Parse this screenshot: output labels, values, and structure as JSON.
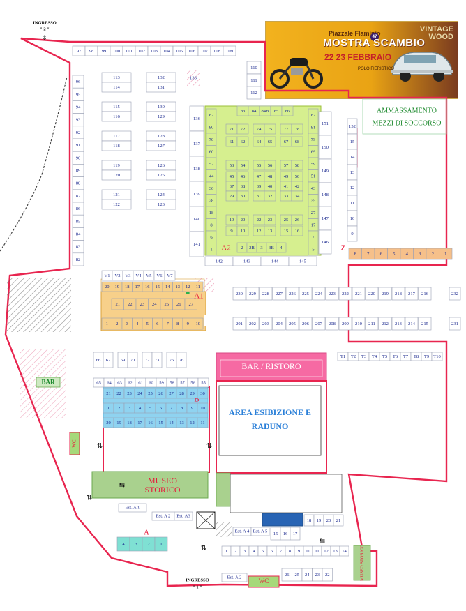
{
  "labels": {
    "entrance2": "INGRESSO",
    "entrance2_num": "\" 2 \"",
    "entrance1": "INGRESSO",
    "entrance1_num": "\" 1 \"",
    "ammassamento1": "AMMASSAMENTO",
    "ammassamento2": "MEZZI DI SOCCORSO",
    "bar_ristoro": "BAR / RISTORO",
    "area1": "AREA ESIBIZIONE E",
    "area2": "RADUNO",
    "museo1": "MUSEO",
    "museo2": "STORICO",
    "museo_side": "MUSEO STORICO",
    "bar": "BAR",
    "wc": "WC",
    "zone_a1": "A1",
    "zone_a2": "A2",
    "zone_a": "A",
    "zone_b": "B",
    "zone_z": "Z",
    "est_a1": "Est. A 1",
    "est_a2": "Est. A 2",
    "est_a3": "Est. A3",
    "est_a4": "Est. A 4",
    "est_a5": "Est. A 5",
    "est_a2b": "Est. A 2"
  },
  "banner": {
    "line1": "Piazzale Flaminio",
    "line2": "MOSTRA SCAMBIO",
    "line3": "22 23 FEBBRAIO",
    "line4": "POLO FIERISTICO",
    "badge": "47",
    "brand1": "VINTAGE",
    "brand2": "WOOD"
  },
  "stands": {
    "top_row": [
      "97",
      "98",
      "99",
      "100",
      "101",
      "102",
      "103",
      "104",
      "105",
      "106",
      "107",
      "108",
      "109"
    ],
    "right_col": [
      "110",
      "111",
      "112"
    ],
    "left_col": [
      "96",
      "95",
      "94",
      "93",
      "92",
      "91",
      "90",
      "89",
      "88",
      "87",
      "86",
      "85",
      "84",
      "83",
      "82"
    ],
    "blocks_left": [
      "113",
      "114",
      "115",
      "116",
      "117",
      "118",
      "119",
      "120",
      "121",
      "122"
    ],
    "blocks_right": [
      "132",
      "131",
      "130",
      "129",
      "128",
      "127",
      "126",
      "125",
      "124",
      "123"
    ],
    "block_133": "133",
    "green_hall_top": [
      "83",
      "84",
      "84B",
      "85",
      "86"
    ],
    "green_left": [
      "82",
      "80",
      "70",
      "60",
      "52",
      "44",
      "36",
      "28",
      "18",
      "8",
      "6",
      "1"
    ],
    "green_right": [
      "87",
      "81",
      "79",
      "69",
      "59",
      "51",
      "43",
      "35",
      "27",
      "17",
      "7",
      "5"
    ],
    "g_r1": [
      "71",
      "72",
      "74",
      "75",
      "77",
      "78"
    ],
    "g_r2": [
      "61",
      "62",
      "64",
      "65",
      "67",
      "68"
    ],
    "g_r3": [
      "53",
      "54",
      "55",
      "56",
      "57",
      "58"
    ],
    "g_r4": [
      "45",
      "46",
      "47",
      "48",
      "49",
      "50"
    ],
    "g_r5": [
      "37",
      "38",
      "39",
      "40",
      "41",
      "42"
    ],
    "g_r6": [
      "29",
      "30",
      "31",
      "32",
      "33",
      "34"
    ],
    "g_r7": [
      "19",
      "20",
      "22",
      "23",
      "25",
      "26"
    ],
    "g_r8": [
      "9",
      "10",
      "12",
      "13",
      "15",
      "16"
    ],
    "g_bottom": [
      "2",
      "2B",
      "3",
      "3B",
      "4"
    ],
    "outer_left": [
      "136",
      "137",
      "138",
      "139",
      "140",
      "141"
    ],
    "outer_right": [
      "151",
      "150",
      "149",
      "148",
      "147",
      "146"
    ],
    "outer_bottom": [
      "142",
      "143",
      "144",
      "145"
    ],
    "wc_col": [
      "152",
      "15",
      "14",
      "13",
      "12",
      "11",
      "10",
      "9"
    ],
    "z_row": [
      "8",
      "7",
      "6",
      "5",
      "4",
      "3",
      "2",
      "1"
    ],
    "v_row": [
      "V1",
      "V2",
      "V3",
      "V4",
      "V5",
      "V6",
      "V7"
    ],
    "a1_top": [
      "20",
      "19",
      "18",
      "17",
      "16",
      "15",
      "14",
      "13",
      "12",
      "11"
    ],
    "a1_mid": [
      "21",
      "22",
      "23",
      "24",
      "25",
      "26",
      "27"
    ],
    "a1_bot": [
      "1",
      "2",
      "3",
      "4",
      "5",
      "6",
      "7",
      "8",
      "9",
      "10"
    ],
    "mid_top": [
      "230",
      "229",
      "228",
      "227",
      "226",
      "225",
      "224",
      "223",
      "222",
      "221",
      "220",
      "219",
      "218",
      "217",
      "216",
      "232"
    ],
    "mid_bot": [
      "201",
      "202",
      "203",
      "204",
      "205",
      "206",
      "207",
      "208",
      "209",
      "210",
      "211",
      "212",
      "213",
      "214",
      "215",
      "231"
    ],
    "t_row": [
      "T1",
      "T2",
      "T3",
      "T4",
      "T5",
      "T6",
      "T7",
      "T8",
      "T9",
      "T10"
    ],
    "mid_pairs": [
      "66",
      "67",
      "69",
      "70",
      "72",
      "73",
      "75",
      "76"
    ],
    "b_top": [
      "65",
      "64",
      "63",
      "62",
      "61",
      "60",
      "59",
      "58",
      "57",
      "56",
      "55"
    ],
    "b_r1": [
      "21",
      "22",
      "23",
      "24",
      "25",
      "26",
      "27",
      "28",
      "29",
      "30"
    ],
    "b_r2": [
      "1",
      "2",
      "3",
      "4",
      "5",
      "6",
      "7",
      "8",
      "9",
      "10"
    ],
    "b_r3": [
      "20",
      "19",
      "18",
      "17",
      "16",
      "15",
      "14",
      "13",
      "12",
      "11"
    ],
    "a_stands": [
      "4",
      "3",
      "2",
      "1"
    ],
    "bottom_row": [
      "1",
      "2",
      "3",
      "4",
      "5",
      "6",
      "7",
      "8",
      "9",
      "10",
      "11",
      "12",
      "13",
      "14"
    ],
    "row_15": [
      "15",
      "16",
      "17"
    ],
    "row_18": [
      "18",
      "19",
      "20",
      "21"
    ],
    "row_22": [
      "26",
      "25",
      "24",
      "23",
      "22"
    ]
  }
}
